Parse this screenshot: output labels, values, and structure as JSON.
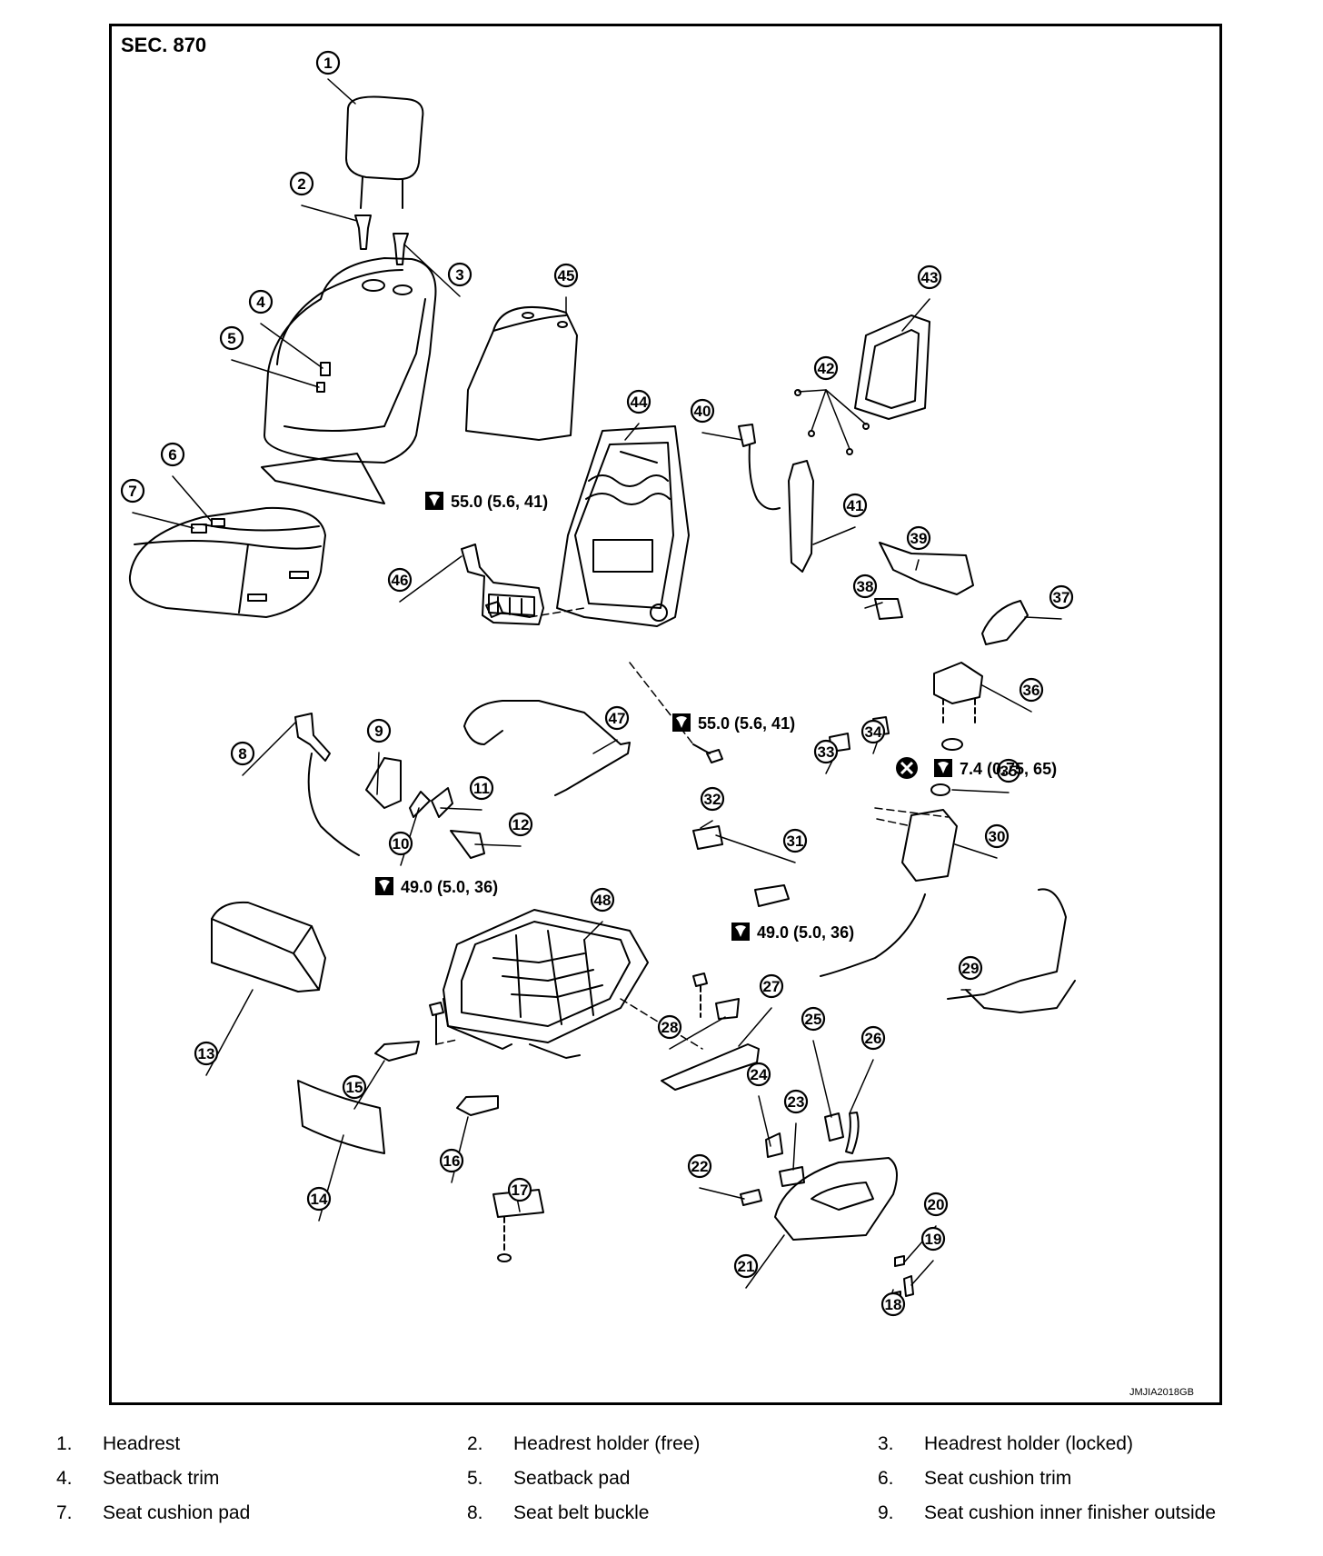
{
  "diagram": {
    "section": "SEC. 870",
    "code": "JMJIA2018GB",
    "callouts": [
      "1",
      "2",
      "3",
      "4",
      "5",
      "6",
      "7",
      "8",
      "9",
      "10",
      "11",
      "12",
      "13",
      "14",
      "15",
      "16",
      "17",
      "18",
      "19",
      "20",
      "21",
      "22",
      "23",
      "24",
      "25",
      "26",
      "27",
      "28",
      "29",
      "30",
      "31",
      "32",
      "33",
      "34",
      "35",
      "36",
      "37",
      "38",
      "39",
      "40",
      "41",
      "42",
      "43",
      "44",
      "45",
      "46",
      "47",
      "48"
    ],
    "torques": [
      {
        "value": "55.0 (5.6, 41)",
        "icon": "torque-wrench-icon"
      },
      {
        "value": "55.0 (5.6, 41)",
        "icon": "torque-wrench-icon"
      },
      {
        "value": "7.4 (0.75, 65)",
        "icon": "torque-wrench-icon",
        "extra_icon": "do-not-reuse-icon"
      },
      {
        "value": "49.0 (5.0, 36)",
        "icon": "torque-wrench-icon"
      },
      {
        "value": "49.0 (5.0, 36)",
        "icon": "torque-wrench-icon"
      }
    ]
  },
  "legend": [
    {
      "num": "1.",
      "label": "Headrest"
    },
    {
      "num": "2.",
      "label": "Headrest holder (free)"
    },
    {
      "num": "3.",
      "label": "Headrest holder (locked)"
    },
    {
      "num": "4.",
      "label": "Seatback trim"
    },
    {
      "num": "5.",
      "label": "Seatback pad"
    },
    {
      "num": "6.",
      "label": "Seat cushion trim"
    },
    {
      "num": "7.",
      "label": "Seat cushion pad"
    },
    {
      "num": "8.",
      "label": "Seat belt buckle"
    },
    {
      "num": "9.",
      "label": "Seat cushion inner finisher outside"
    }
  ]
}
